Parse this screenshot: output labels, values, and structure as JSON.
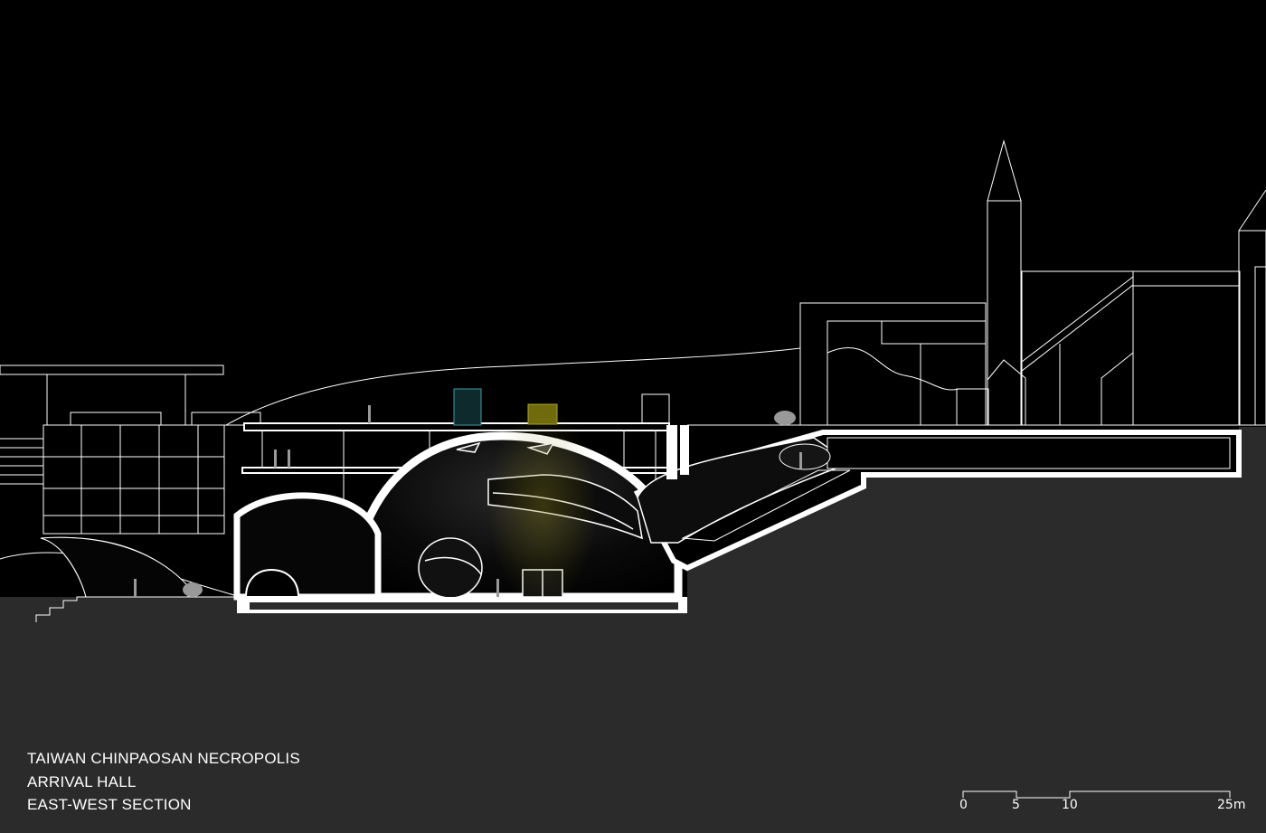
{
  "caption": {
    "line1": "TAIWAN CHINPAOSAN NECROPOLIS",
    "line2": "ARRIVAL HALL",
    "line3": "EAST-WEST SECTION"
  },
  "scale_bar": {
    "labels": [
      "0",
      "5",
      "10",
      "25m"
    ],
    "unit": "m"
  },
  "colors": {
    "sky": "#000000",
    "ground": "#2b2b2b",
    "line": "#ffffff",
    "cut": "#ffffff",
    "glow_yellow": "#7f7a10",
    "glow_cyan": "#1e6d74"
  }
}
